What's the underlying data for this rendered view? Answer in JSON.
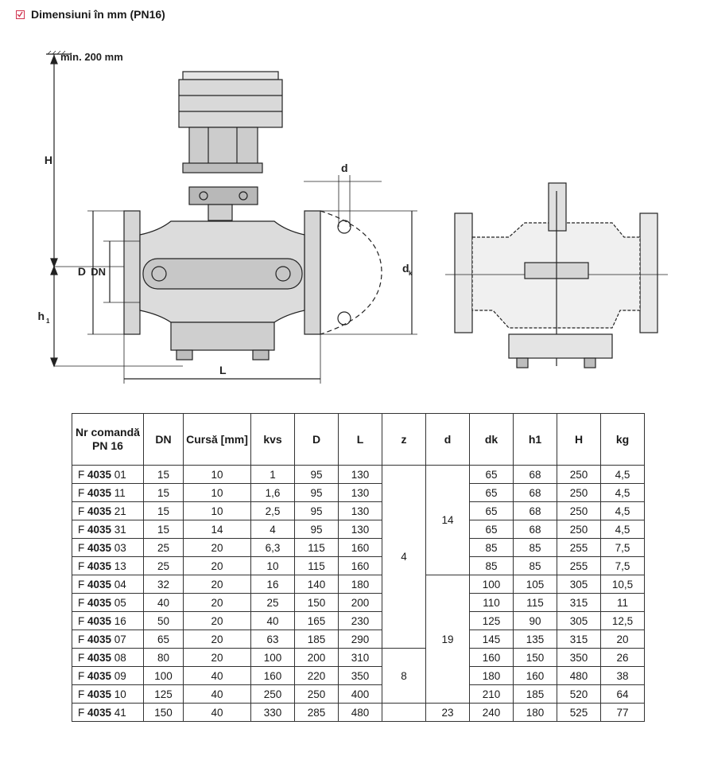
{
  "heading": {
    "title": "Dimensiuni în mm (PN16)"
  },
  "drawing": {
    "labels": {
      "min": "min. 200 mm",
      "H": "H",
      "D": "D",
      "DN": "DN",
      "h1": "h",
      "h1_sub": "1",
      "L": "L",
      "d": "d",
      "dk": "d",
      "dk_sub": "k"
    }
  },
  "table": {
    "headers": [
      "Nr comandă PN 16",
      "DN",
      "Cursă [mm]",
      "kvs",
      "D",
      "L",
      "z",
      "d",
      "dk",
      "h1",
      "H",
      "kg"
    ],
    "rows": [
      {
        "prefix": "F ",
        "bold": "4035",
        "suffix": " 01",
        "dn": "15",
        "cursa": "10",
        "kvs": "1",
        "D": "95",
        "L": "130",
        "dk": "65",
        "h1": "68",
        "H": "250",
        "kg": "4,5"
      },
      {
        "prefix": "F ",
        "bold": "4035",
        "suffix": " 11",
        "dn": "15",
        "cursa": "10",
        "kvs": "1,6",
        "D": "95",
        "L": "130",
        "dk": "65",
        "h1": "68",
        "H": "250",
        "kg": "4,5"
      },
      {
        "prefix": "F ",
        "bold": "4035",
        "suffix": " 21",
        "dn": "15",
        "cursa": "10",
        "kvs": "2,5",
        "D": "95",
        "L": "130",
        "dk": "65",
        "h1": "68",
        "H": "250",
        "kg": "4,5"
      },
      {
        "prefix": "F ",
        "bold": "4035",
        "suffix": " 31",
        "dn": "15",
        "cursa": "14",
        "kvs": "4",
        "D": "95",
        "L": "130",
        "dk": "65",
        "h1": "68",
        "H": "250",
        "kg": "4,5"
      },
      {
        "prefix": "F ",
        "bold": "4035",
        "suffix": " 03",
        "dn": "25",
        "cursa": "20",
        "kvs": "6,3",
        "D": "115",
        "L": "160",
        "dk": "85",
        "h1": "85",
        "H": "255",
        "kg": "7,5"
      },
      {
        "prefix": "F ",
        "bold": "4035",
        "suffix": " 13",
        "dn": "25",
        "cursa": "20",
        "kvs": "10",
        "D": "115",
        "L": "160",
        "dk": "85",
        "h1": "85",
        "H": "255",
        "kg": "7,5"
      },
      {
        "prefix": "F ",
        "bold": "4035",
        "suffix": " 04",
        "dn": "32",
        "cursa": "20",
        "kvs": "16",
        "D": "140",
        "L": "180",
        "dk": "100",
        "h1": "105",
        "H": "305",
        "kg": "10,5"
      },
      {
        "prefix": "F ",
        "bold": "4035",
        "suffix": " 05",
        "dn": "40",
        "cursa": "20",
        "kvs": "25",
        "D": "150",
        "L": "200",
        "dk": "110",
        "h1": "115",
        "H": "315",
        "kg": "11"
      },
      {
        "prefix": "F ",
        "bold": "4035",
        "suffix": " 16",
        "dn": "50",
        "cursa": "20",
        "kvs": "40",
        "D": "165",
        "L": "230",
        "dk": "125",
        "h1": "90",
        "H": "305",
        "kg": "12,5"
      },
      {
        "prefix": "F ",
        "bold": "4035",
        "suffix": " 07",
        "dn": "65",
        "cursa": "20",
        "kvs": "63",
        "D": "185",
        "L": "290",
        "dk": "145",
        "h1": "135",
        "H": "315",
        "kg": "20"
      },
      {
        "prefix": "F ",
        "bold": "4035",
        "suffix": " 08",
        "dn": "80",
        "cursa": "20",
        "kvs": "100",
        "D": "200",
        "L": "310",
        "dk": "160",
        "h1": "150",
        "H": "350",
        "kg": "26"
      },
      {
        "prefix": "F ",
        "bold": "4035",
        "suffix": " 09",
        "dn": "100",
        "cursa": "40",
        "kvs": "160",
        "D": "220",
        "L": "350",
        "dk": "180",
        "h1": "160",
        "H": "480",
        "kg": "38"
      },
      {
        "prefix": "F ",
        "bold": "4035",
        "suffix": " 10",
        "dn": "125",
        "cursa": "40",
        "kvs": "250",
        "D": "250",
        "L": "400",
        "dk": "210",
        "h1": "185",
        "H": "520",
        "kg": "64"
      },
      {
        "prefix": "F ",
        "bold": "4035",
        "suffix": " 41",
        "dn": "150",
        "cursa": "40",
        "kvs": "330",
        "D": "285",
        "L": "480",
        "dk": "240",
        "h1": "180",
        "H": "525",
        "kg": "77"
      }
    ],
    "merged": {
      "z_group1": "4",
      "z_group2": "8",
      "d_group1": "14",
      "d_group2": "19",
      "d_last": "23"
    }
  }
}
